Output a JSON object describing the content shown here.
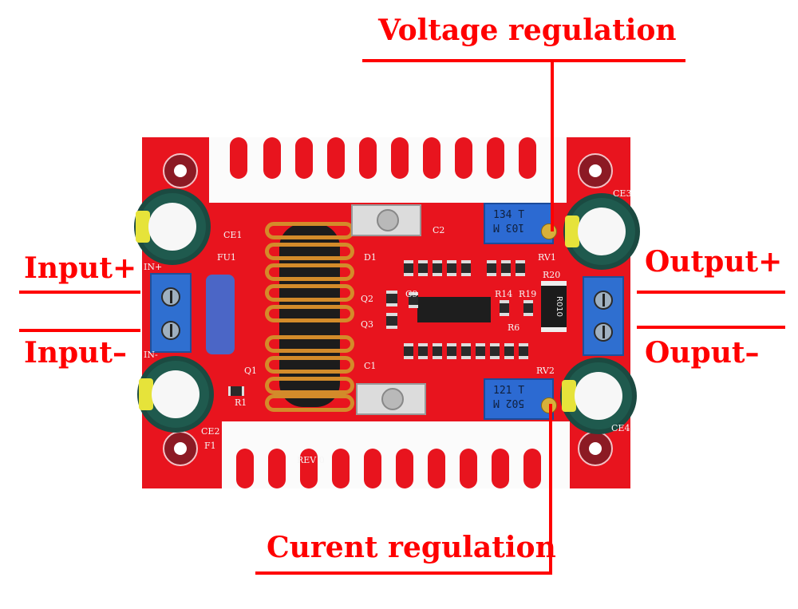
{
  "annotations": {
    "voltage_regulation": "Voltage regulation",
    "current_regulation": "Curent regulation",
    "input_plus": "Input+",
    "input_minus": "Input–",
    "output_plus": "Output+",
    "output_minus": "Ouput–"
  },
  "board_silkscreen": {
    "in_plus": "IN+",
    "in_minus": "IN-",
    "fu1": "FU1",
    "ce1": "CE1",
    "ce2": "CE2",
    "ce3": "CE3",
    "ce4": "CE4",
    "d1": "D1",
    "c1": "C1",
    "c2": "C2",
    "c9": "C9",
    "q1": "Q1",
    "q2": "Q2",
    "q3": "Q3",
    "r1": "R1",
    "r6": "R6",
    "r14": "R14",
    "r19": "R19",
    "r20": "R20",
    "rv1": "RV1",
    "rv2": "RV2",
    "f1": "F1",
    "rev": "REV 0"
  },
  "components": {
    "shunt_resistor": "R010",
    "rv1_marking_line1": "134  T",
    "rv1_marking_line2": "103  M",
    "rv2_marking_line1": "121  T",
    "rv2_marking_line2": "502  M"
  },
  "colors": {
    "annotation": "#ff0000",
    "pcb": "#e8141e",
    "terminal": "#2f6fd0"
  }
}
